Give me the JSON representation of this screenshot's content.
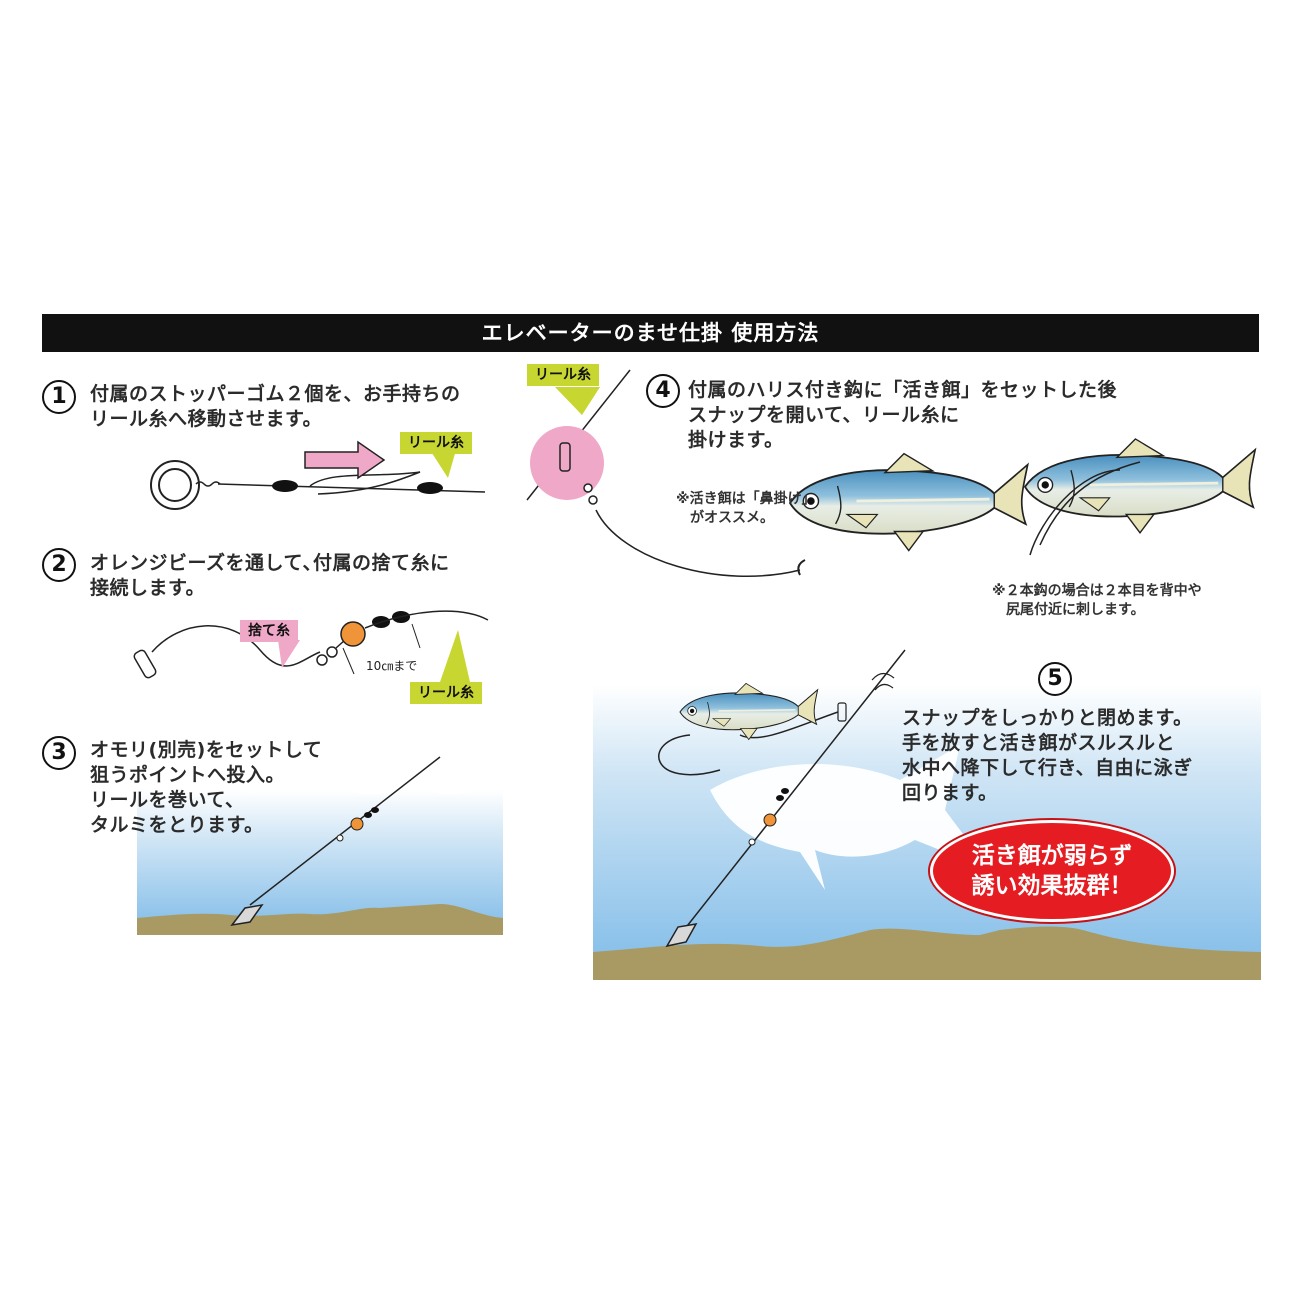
{
  "title": "エレベーターのませ仕掛 使用方法",
  "steps": [
    {
      "num": "1",
      "text": "付属のストッパーゴム２個を、お手持ちの\nリール糸へ移動させます。"
    },
    {
      "num": "2",
      "text": "オレンジビーズを通して､付属の捨て糸に\n接続します。"
    },
    {
      "num": "3",
      "text": "オモリ(別売)をセットして\n狙うポイントへ投入。\nリールを巻いて、\nタルミをとります。"
    },
    {
      "num": "4",
      "text": "付属のハリス付き鈎に「活き餌」をセットした後\nスナップを開いて、リール糸に\n掛けます。"
    },
    {
      "num": "5",
      "text": "スナップをしっかりと閉めます。\n手を放すと活き餌がスルスルと\n水中へ降下して行き、自由に泳ぎ\n回ります。"
    }
  ],
  "labels": {
    "reel_line": "リール糸",
    "sute_line": "捨て糸",
    "ten_cm": "10㎝まで"
  },
  "notes": {
    "nose_hook": "※活き餌は「鼻掛け」\n　がオススメ。",
    "two_hooks": "※２本鈎の場合は２本目を背中や\n　尻尾付近に刺します。"
  },
  "callout": {
    "line1": "活き餌が弱らず",
    "line2": "誘い効果抜群！"
  },
  "colors": {
    "water": "#8cc3ea",
    "ground": "#a89a62",
    "bead": "#f0943a",
    "tag_green": "#c7d630",
    "tag_pink": "#f0a8c8",
    "callout_red": "#e51d22"
  }
}
